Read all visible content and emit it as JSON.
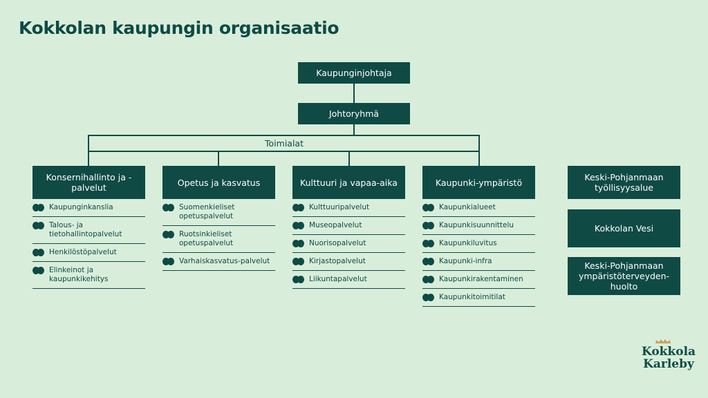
{
  "title": "Kokkolan kaupungin organisaatio",
  "top": {
    "manager": "Kaupunginjohtaja",
    "group": "Johtoryhmä",
    "sectors_label": "Toimialat"
  },
  "sectors": [
    {
      "title": "Konsernihallinto ja -palvelut",
      "items": [
        "Kaupunginkanslia",
        "Talous- ja tietohallintopalvelut",
        "Henkilöstöpalvelut",
        "Elinkeinot ja kaupunkikehitys"
      ]
    },
    {
      "title": "Opetus ja kasvatus",
      "items": [
        "Suomenkieliset opetuspalvelut",
        "Ruotsinkieliset opetuspalvelut",
        "Varhaiskasvatus-palvelut"
      ]
    },
    {
      "title": "Kulttuuri ja vapaa-aika",
      "items": [
        "Kulttuuripalvelut",
        "Museopalvelut",
        "Nuorisopalvelut",
        "Kirjastopalvelut",
        "Liikuntapalvelut"
      ]
    },
    {
      "title": "Kaupunki-ympäristö",
      "items": [
        "Kaupunkialueet",
        "Kaupunkisuunnittelu",
        "Kaupunkiluvitus",
        "Kaupunki-infra",
        "Kaupunkirakentaminen",
        "Kaupunkitoimitilat"
      ]
    }
  ],
  "side_units": [
    "Keski-Pohjanmaan työllisyysalue",
    "Kokkolan Vesi",
    "Keski-Pohjanmaan ympäristöterveyden-huolto"
  ],
  "logo": {
    "line1": "Kokkola",
    "line2": "Karleby"
  },
  "colors": {
    "background": "#d8eedb",
    "primary": "#0f4a45",
    "accent": "#c9a35a"
  }
}
